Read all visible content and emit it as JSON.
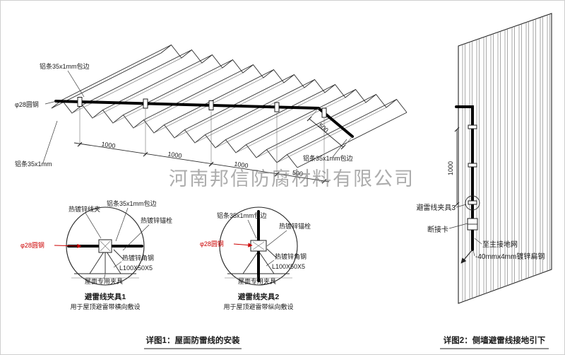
{
  "watermark": "河南邦信防腐材料有限公司",
  "main": {
    "label_alu_top": "铝条35x1mm包边",
    "label_round_steel": "φ28圆钢",
    "label_alu_right": "铝条35x1mm包边",
    "label_alu_left": "铝条35x1mm",
    "dims": {
      "d1": "1000",
      "d2": "1000",
      "d3": "1000",
      "d4": "500",
      "d5": "500"
    }
  },
  "detail1": {
    "title": "避雷线夹具1",
    "subtitle": "用于屋顶避雷带横向敷设",
    "labels": {
      "clamp": "热镀锌线夹",
      "alu": "铝条35x1mm包边",
      "anchor": "热镀锌锚栓",
      "round_steel": "φ28圆钢",
      "angle": "热镀锌角钢",
      "angle_spec": "L100X50X5",
      "fixture": "屋面专用夹具"
    }
  },
  "detail2": {
    "title": "避雷线夹具2",
    "subtitle": "用于屋顶避雷带纵向敷设",
    "labels": {
      "alu": "铝条35x1mm包边",
      "anchor": "热镀锌锚栓",
      "round_steel": "φ28圆钢",
      "angle": "热镀锌角钢",
      "angle_spec": "L100X50X5",
      "fixture": "屋面专用夹具"
    }
  },
  "wall": {
    "dim": "1000",
    "labels": {
      "clamp3": "避雷线夹具3",
      "disconnect": "断接卡",
      "to_ground": "至主接地网",
      "flat_steel": "-40mmx4mm镀锌扁钢"
    }
  },
  "captions": {
    "fig1": "详图1：屋面防雷线的安装",
    "fig2": "详图2：侧墙避雷线接地引下"
  },
  "colors": {
    "line": "#2b2b2b",
    "highlight_red": "#cc0000",
    "watermark_gray": "#7a7a7a"
  }
}
